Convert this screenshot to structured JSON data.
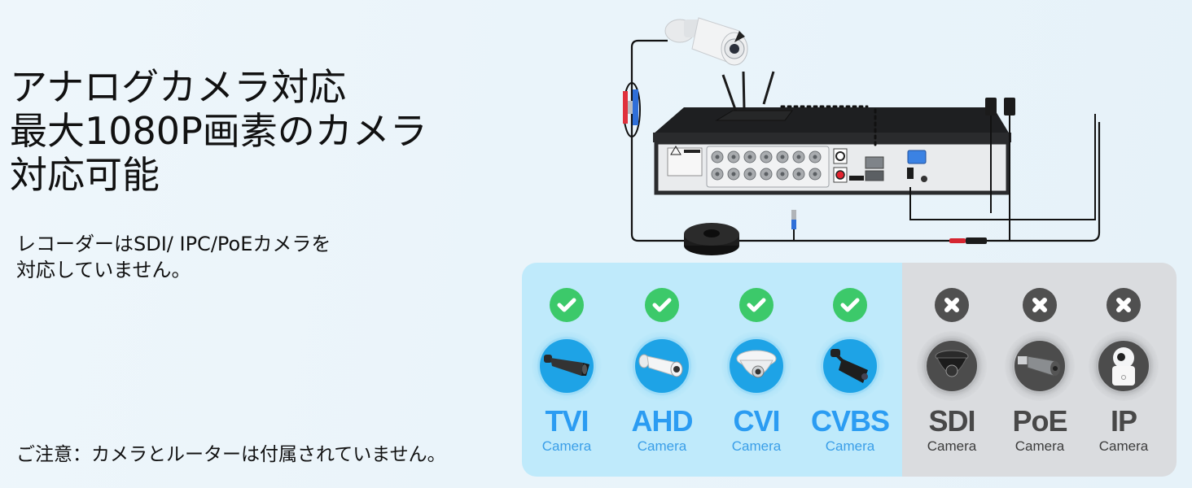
{
  "headline": {
    "lines": [
      "アナログカメラ対応",
      "最大1080P画素のカメラ",
      "対応可能"
    ]
  },
  "subnote": {
    "lines": [
      "レコーダーはSDI/ IPC/PoEカメラを",
      "対応していません。"
    ]
  },
  "footnote": "ご注意：カメラとルーターは付属されていません。",
  "diagram": {
    "components": [
      "bullet-camera",
      "router",
      "dvr-recorder",
      "cable-spool",
      "power-adapters",
      "bnc-connector",
      "dc-connector"
    ],
    "dvr_ports": [
      "video-in-16ch",
      "video-out",
      "audio-out",
      "hdmi",
      "network",
      "usb",
      "vga",
      "dc-12v",
      "ground"
    ]
  },
  "compatibility": {
    "supported": [
      {
        "type": "TVI",
        "sub": "Camera",
        "status": "check-icon",
        "camera": "bullet-camera-black"
      },
      {
        "type": "AHD",
        "sub": "Camera",
        "status": "check-icon",
        "camera": "bullet-camera-white"
      },
      {
        "type": "CVI",
        "sub": "Camera",
        "status": "check-icon",
        "camera": "dome-camera-white"
      },
      {
        "type": "CVBS",
        "sub": "Camera",
        "status": "check-icon",
        "camera": "bullet-camera-black"
      }
    ],
    "unsupported": [
      {
        "type": "SDI",
        "sub": "Camera",
        "status": "cross-icon",
        "camera": "dome-camera-black"
      },
      {
        "type": "PoE",
        "sub": "Camera",
        "status": "cross-icon",
        "camera": "bullet-camera-gray"
      },
      {
        "type": "IP",
        "sub": "Camera",
        "status": "cross-icon",
        "camera": "pan-tilt-camera-white"
      }
    ]
  },
  "colors": {
    "supported_panel": "#bfeafb",
    "unsupported_panel": "#dadcdf",
    "check": "#3cc96a",
    "cross": "#505050",
    "supported_text": "#2b9cf2",
    "unsupported_text": "#484848"
  }
}
